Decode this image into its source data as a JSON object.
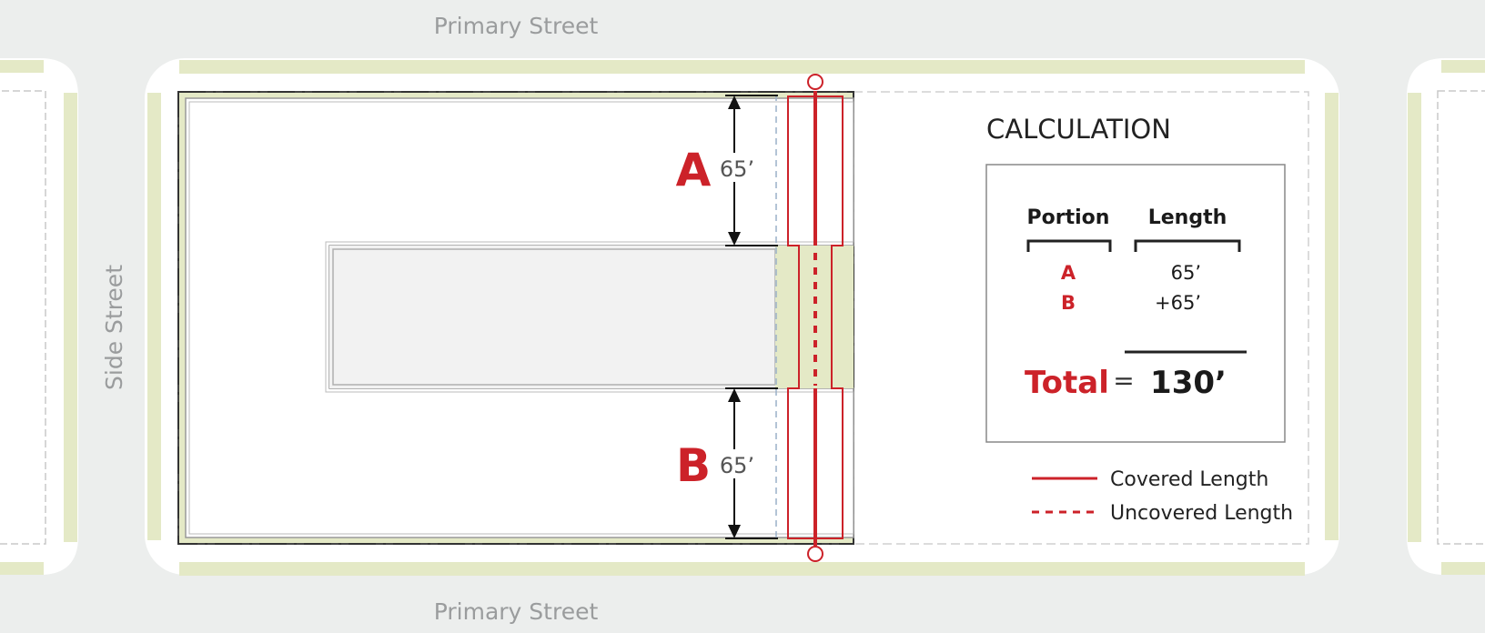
{
  "streets": {
    "primary_top": "Primary Street",
    "primary_bottom": "Primary Street",
    "side": "Side Street"
  },
  "portions": [
    {
      "key": "A",
      "length": "65’"
    },
    {
      "key": "B",
      "length": "65’"
    }
  ],
  "calculation": {
    "title": "CALCULATION",
    "col_portion": "Portion",
    "col_length": "Length",
    "rows": [
      {
        "portion": "A",
        "length": "65’"
      },
      {
        "portion": "B",
        "length": "+65’"
      }
    ],
    "total_label": "Total",
    "equals": "=",
    "total_value": "130’"
  },
  "legend": {
    "covered": "Covered Length",
    "uncovered": "Uncovered Length"
  },
  "colors": {
    "accent_red": "#cc2229",
    "setback_green": "#e4e9c6",
    "background": "#eceeed"
  }
}
